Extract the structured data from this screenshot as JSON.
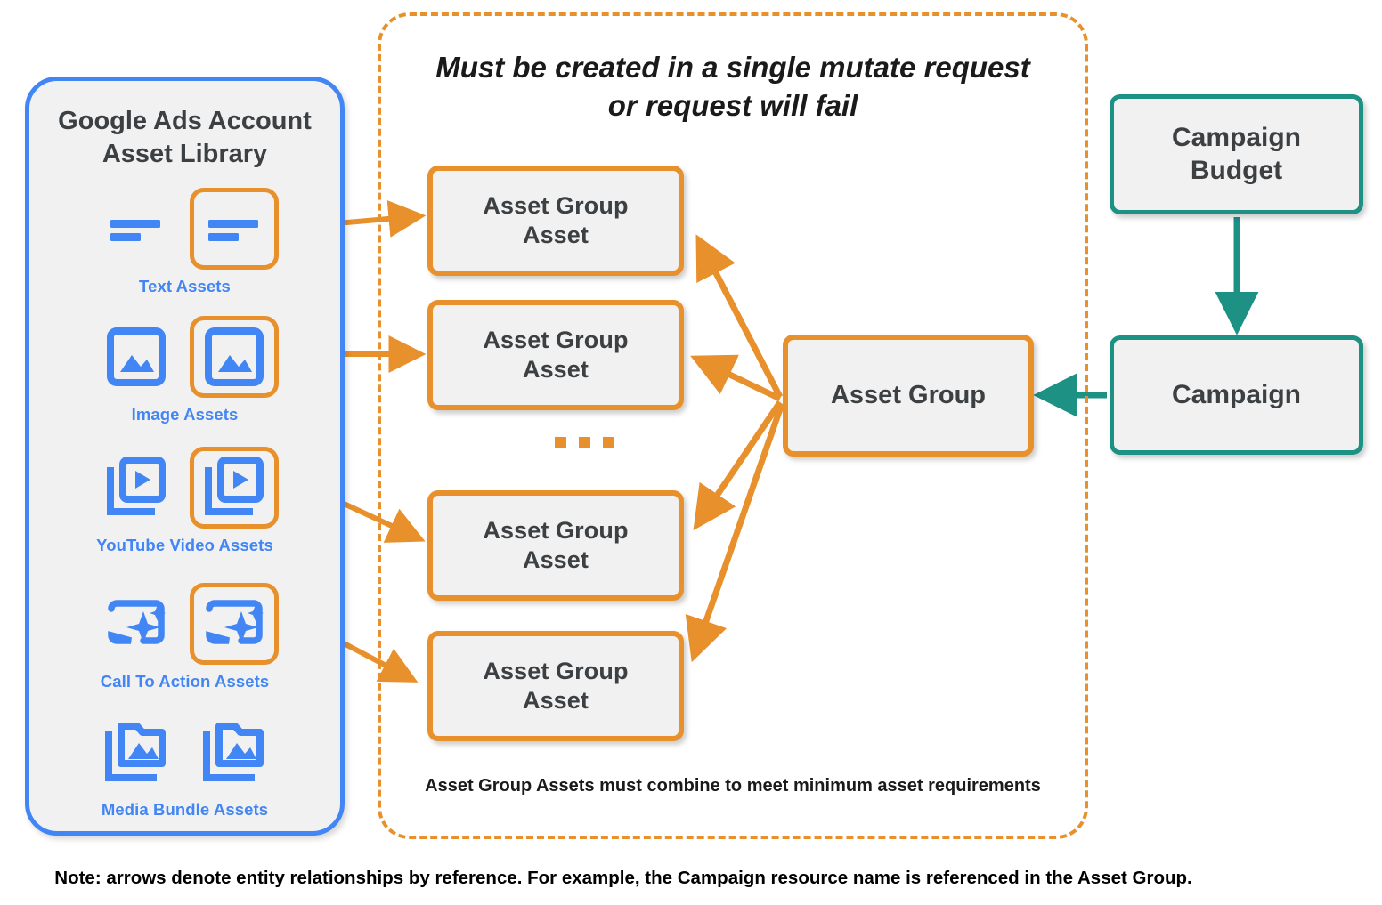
{
  "colors": {
    "orange": "#e8912c",
    "blue": "#4285f4",
    "teal": "#1d9184",
    "node_fill": "#f1f1f1",
    "node_text": "#3c4043"
  },
  "sidebar": {
    "title": "Google Ads Account\nAsset Library",
    "title_line1": "Google Ads Account",
    "title_line2": "Asset Library",
    "asset_rows": [
      {
        "label": "Text Assets",
        "icon": "text-asset-icon"
      },
      {
        "label": "Image Assets",
        "icon": "image-asset-icon"
      },
      {
        "label": "YouTube Video  Assets",
        "icon": "youtube-video-asset-icon"
      },
      {
        "label": "Call To Action Assets",
        "icon": "call-to-action-asset-icon"
      },
      {
        "label": "Media Bundle  Assets",
        "icon": "media-bundle-asset-icon"
      }
    ]
  },
  "mutate_container": {
    "title_line1": "Must be created in a single mutate request",
    "title_line2": "or request will fail",
    "footnote": "Asset Group Assets must combine to meet minimum asset requirements",
    "ellipsis": "..."
  },
  "nodes": {
    "asset_group_assets": [
      {
        "line1": "Asset Group",
        "line2": "Asset"
      },
      {
        "line1": "Asset Group",
        "line2": "Asset"
      },
      {
        "line1": "Asset Group",
        "line2": "Asset"
      },
      {
        "line1": "Asset Group",
        "line2": "Asset"
      }
    ],
    "asset_group": "Asset Group",
    "campaign_budget_line1": "Campaign",
    "campaign_budget_line2": "Budget",
    "campaign": "Campaign"
  },
  "footer": {
    "note": "Note: arrows denote entity relationships by reference. For example, the Campaign resource name is referenced in the Asset Group."
  }
}
